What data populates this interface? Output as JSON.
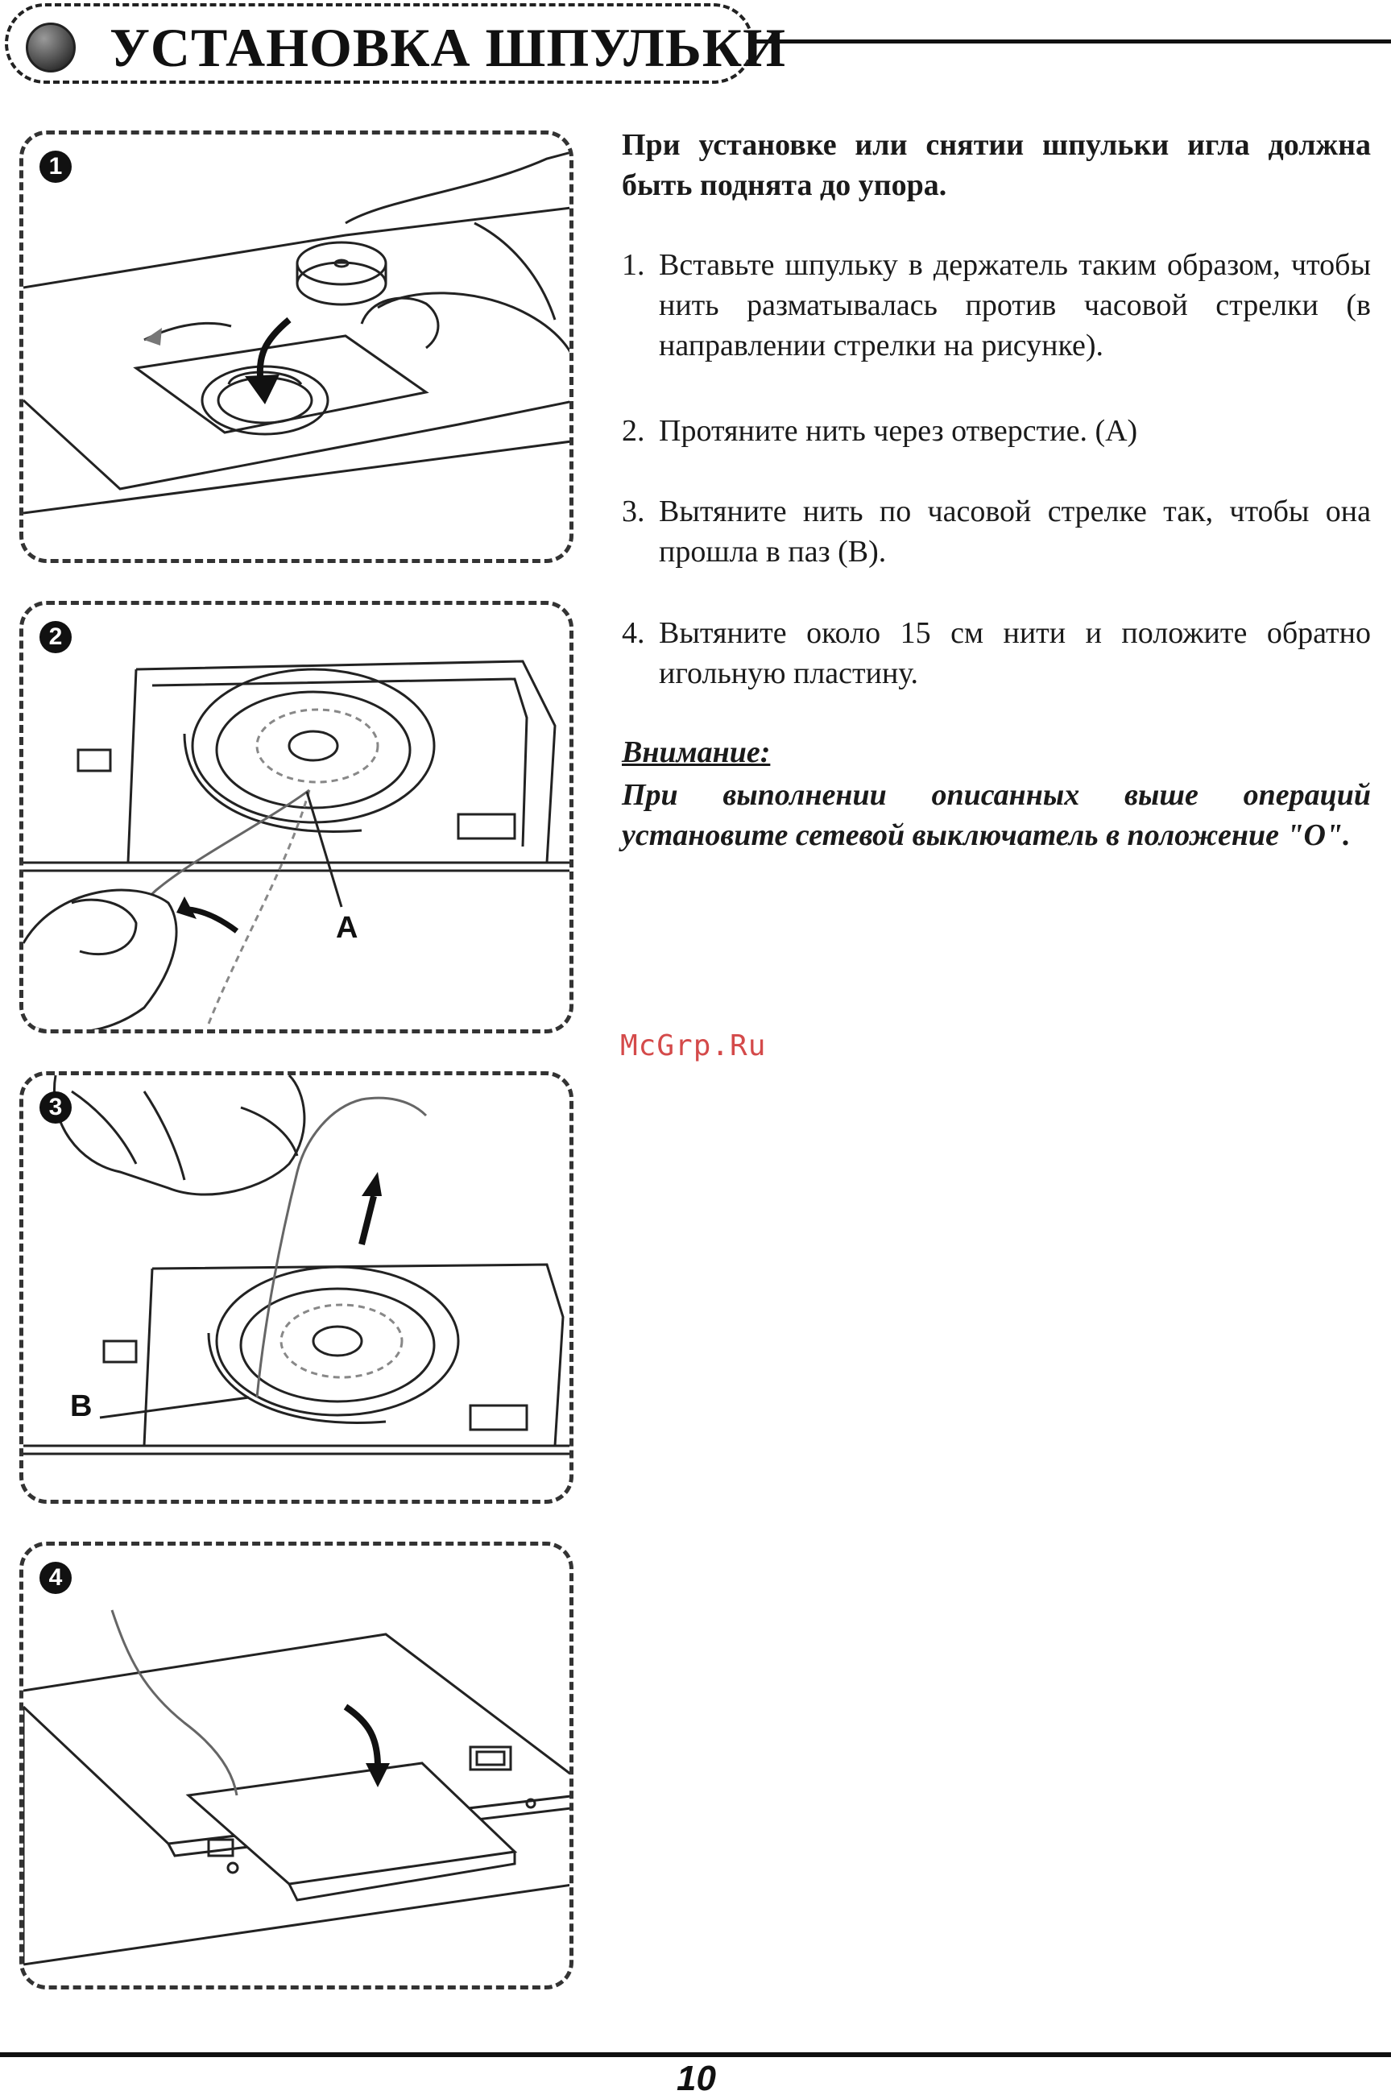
{
  "header": {
    "title": "УСТАНОВКА ШПУЛЬКИ"
  },
  "figures": [
    {
      "number": "1",
      "icon": "bobbin-insert-illustration"
    },
    {
      "number": "2",
      "icon": "thread-through-hole-illustration",
      "label": "A"
    },
    {
      "number": "3",
      "icon": "thread-into-slot-illustration",
      "label": "B"
    },
    {
      "number": "4",
      "icon": "replace-needle-plate-illustration"
    }
  ],
  "instructions": {
    "intro": "При установке или снятии шпульки игла должна быть поднята до упора.",
    "steps": [
      {
        "num": "1.",
        "text": "Вставьте шпульку в держатель таким образом, чтобы нить разматывалась против часовой стрелки (в направлении стрелки на рисунке)."
      },
      {
        "num": "2.",
        "text": "Протяните нить через отверстие. (А)"
      },
      {
        "num": "3.",
        "text": "Вытяните нить по часовой стрелке так, чтобы она прошла в паз (В)."
      },
      {
        "num": "4.",
        "text": "Вытяните около 15 см нити и положите обратно игольную пластину."
      }
    ]
  },
  "warning": {
    "heading": "Внимание:",
    "text": "При выполнении описанных выше операций установите сетевой выключатель в положение \"O\"."
  },
  "watermark": "McGrp.Ru",
  "footer": {
    "page_number": "10"
  }
}
